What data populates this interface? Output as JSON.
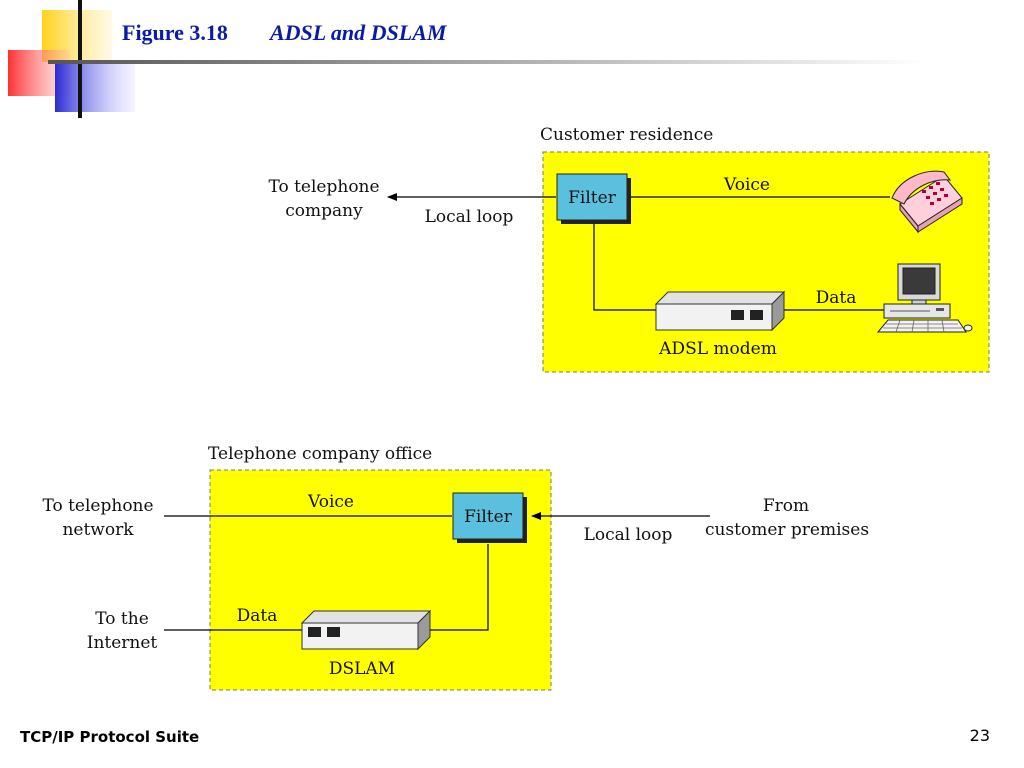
{
  "slide": {
    "figure_number": "Figure 3.18",
    "figure_caption": "ADSL and DSLAM",
    "footer_left": "TCP/IP Protocol Suite",
    "page_number": "23"
  },
  "colors": {
    "title": "#0a1aa8",
    "region_fill": "#ffff00",
    "filter_fill": "#5bc0de",
    "deco_yellow": "#ffd21a",
    "deco_red": "#ff3b3b",
    "deco_blue": "#2a2ad6"
  },
  "customer": {
    "region_label": "Customer residence",
    "filter_label": "Filter",
    "voice_label": "Voice",
    "data_label": "Data",
    "modem_label": "ADSL modem",
    "local_loop_label": "Local loop",
    "to_company_line1": "To telephone",
    "to_company_line2": "company",
    "phone_icon": "telephone-icon",
    "computer_icon": "desktop-computer-icon"
  },
  "office": {
    "region_label": "Telephone company office",
    "filter_label": "Filter",
    "voice_label": "Voice",
    "data_label": "Data",
    "dslam_label": "DSLAM",
    "local_loop_label": "Local loop",
    "to_network_line1": "To telephone",
    "to_network_line2": "network",
    "to_internet_line1": "To the",
    "to_internet_line2": "Internet",
    "from_customer_line1": "From",
    "from_customer_line2": "customer premises"
  }
}
